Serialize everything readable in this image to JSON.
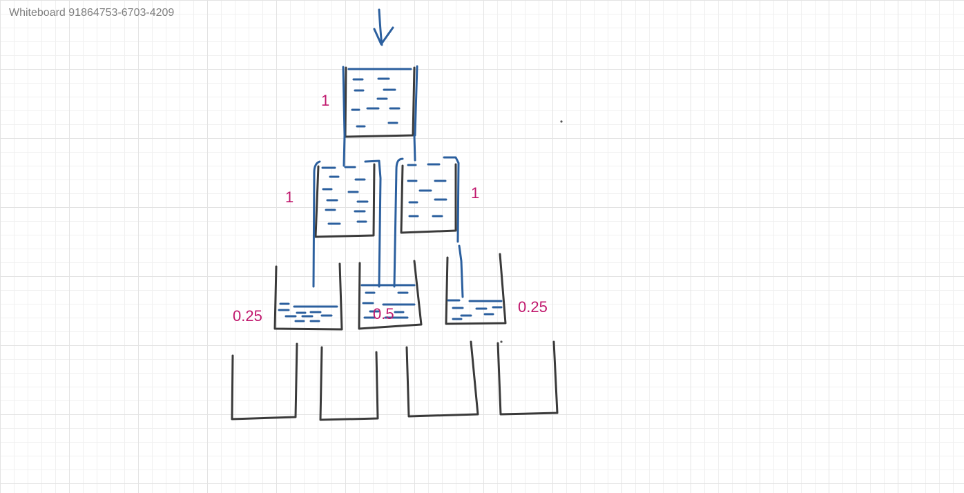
{
  "board": {
    "title": "Whiteboard 91864753-6703-4209"
  },
  "labels": {
    "top_glass": "1",
    "row2_left": "1",
    "row2_right": "1",
    "row3_left": "0.25",
    "row3_middle": "0.5",
    "row3_right": "0.25"
  },
  "colors": {
    "glass_outline": "#3a3a3a",
    "water": "#2b5f9e",
    "annotation": "#c0166c",
    "grid": "#e3e3e3"
  },
  "icons": {
    "pour_indicator": "down-arrow-icon"
  }
}
